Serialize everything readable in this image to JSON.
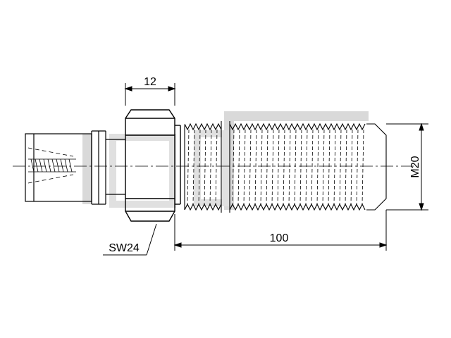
{
  "watermark": {
    "color": "#d9d9d9"
  },
  "dimensions": {
    "hex_width": "12",
    "thread_size": "M20",
    "wrench_size": "SW24",
    "thread_length": "100"
  }
}
